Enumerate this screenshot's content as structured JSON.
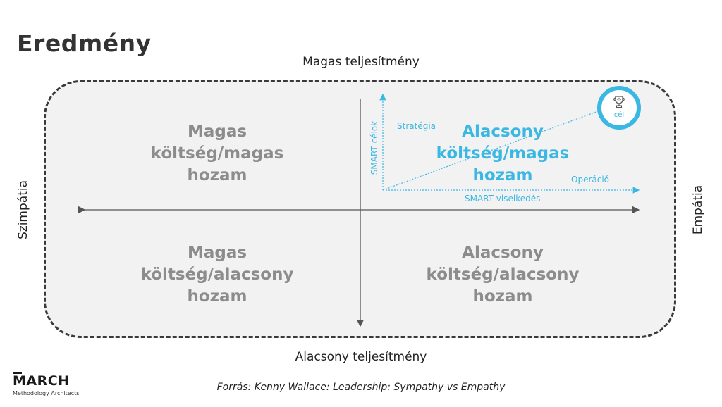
{
  "title": "Eredmény",
  "axes": {
    "top": "Magas teljesítmény",
    "bottom": "Alacsony teljesítmény",
    "left": "Szimpátia",
    "right": "Empátia"
  },
  "quadrants": {
    "top_left": [
      "Magas",
      "költség/magas",
      "hozam"
    ],
    "top_right": [
      "Alacsony",
      "költség/magas",
      "hozam"
    ],
    "bottom_left": [
      "Magas",
      "költség/alacsony",
      "hozam"
    ],
    "bottom_right": [
      "Alacsony",
      "költség/alacsony",
      "hozam"
    ]
  },
  "inner_chart": {
    "y_label": "SMART célok",
    "x_label": "SMART viselkedés",
    "strategy_label": "Stratégia",
    "operation_label": "Operáció",
    "goal_label": "cél",
    "goal_icon": "trophy-icon"
  },
  "colors": {
    "accent": "#3bb7e3",
    "quadrant_text": "#8c8c8c",
    "frame_fill": "#f2f2f2"
  },
  "logo": {
    "name": "MARCH",
    "tagline": "Methodology Architects"
  },
  "source": "Forrás: Kenny Wallace: Leadership: Sympathy vs Empathy"
}
